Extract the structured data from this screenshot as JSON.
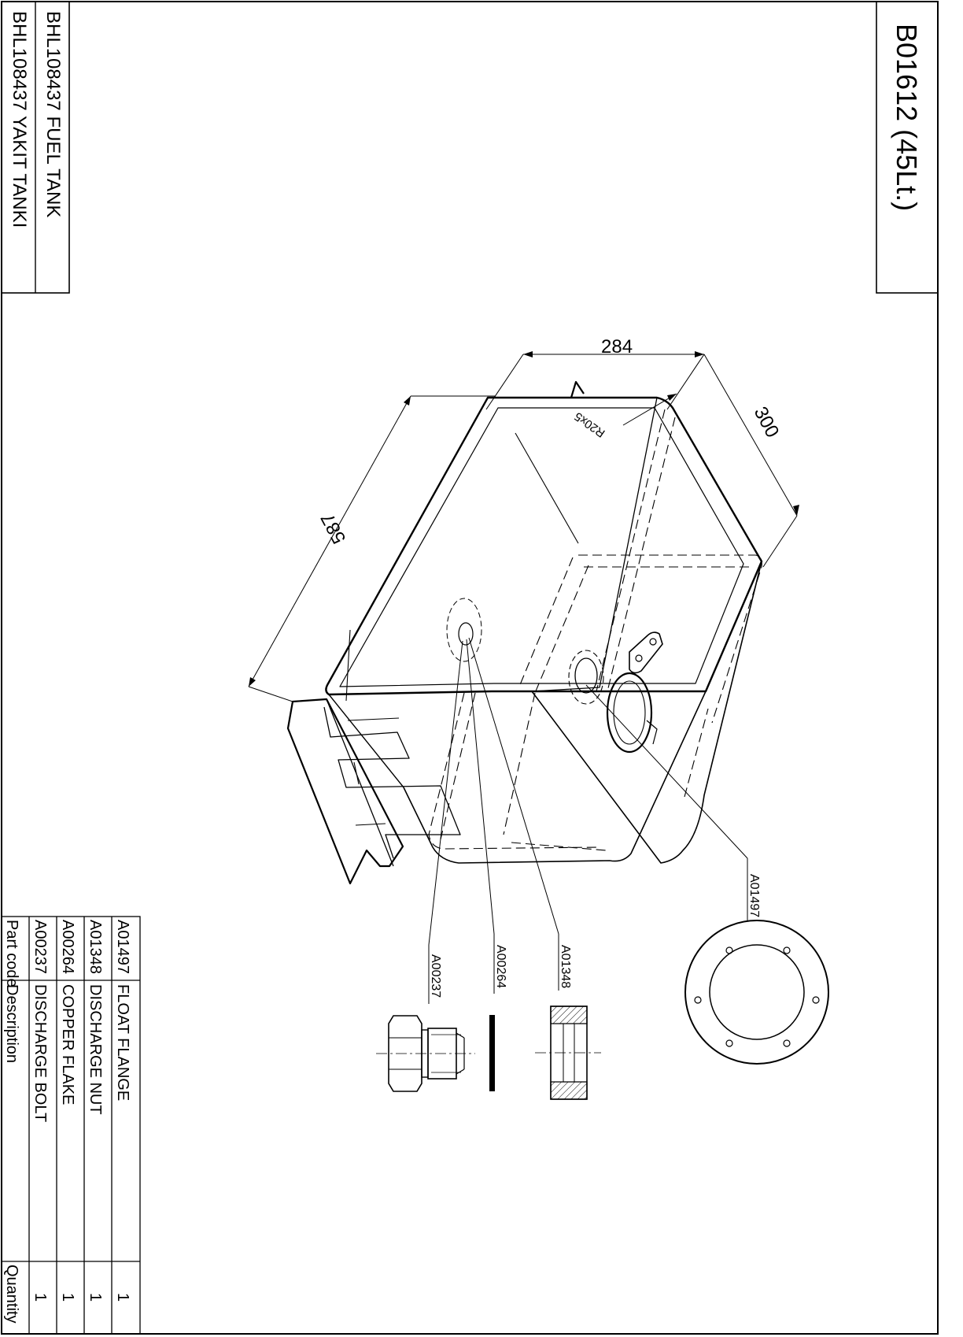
{
  "title_block": {
    "model": "B01612 (45Lt.)",
    "name_en": "BHL108437 FUEL TANK",
    "name_tr": "BHL108437 YAKIT TANKI"
  },
  "dimensions": {
    "width": "284",
    "depth": "300",
    "length": "587",
    "radius": "R20x5"
  },
  "callouts": {
    "float_flange": "A01497",
    "discharge_nut": "A01348",
    "copper_flake": "A00264",
    "discharge_bolt": "A00237"
  },
  "parts_table": {
    "headers": {
      "code": "Part code",
      "description": "Description",
      "quantity": "Quantity"
    },
    "rows": [
      {
        "code": "A01497",
        "description": "FLOAT FLANGE",
        "quantity": "1"
      },
      {
        "code": "A01348",
        "description": "DISCHARGE NUT",
        "quantity": "1"
      },
      {
        "code": "A00264",
        "description": "COPPER FLAKE",
        "quantity": "1"
      },
      {
        "code": "A00237",
        "description": "DISCHARGE BOLT",
        "quantity": "1"
      }
    ]
  }
}
